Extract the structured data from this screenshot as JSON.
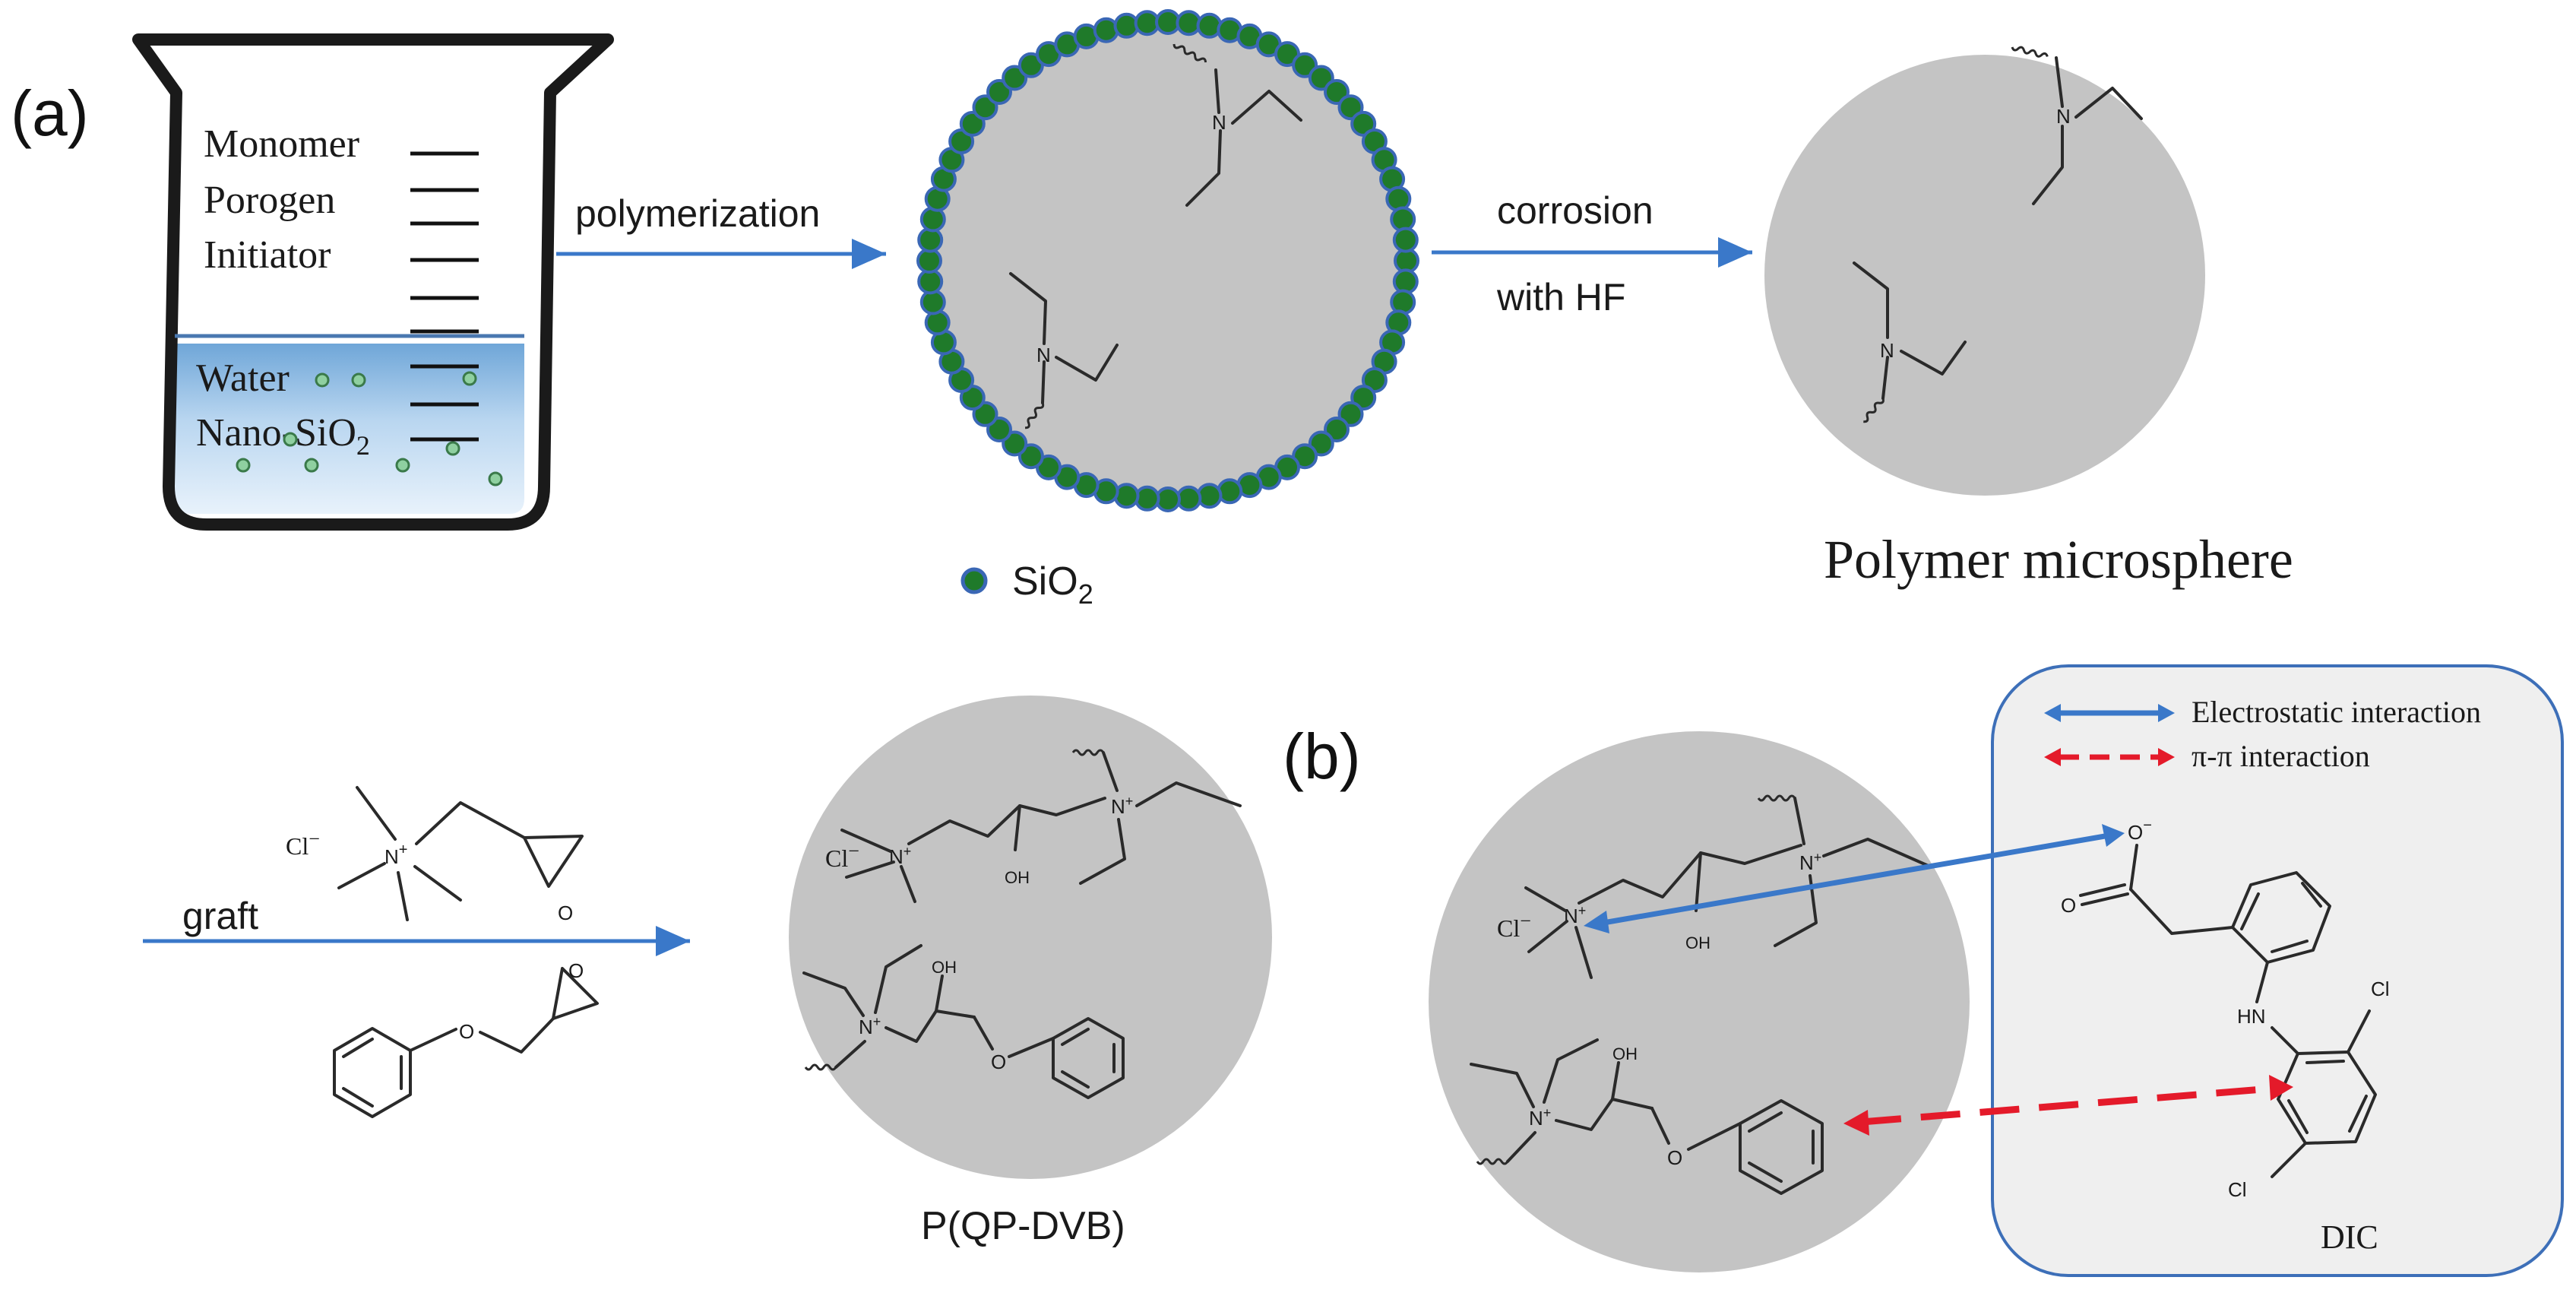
{
  "panel_labels": {
    "a": "(a)",
    "b": "(b)"
  },
  "beaker": {
    "layers": [
      "Monomer",
      "Porogen",
      "Initiator",
      "Water"
    ],
    "nano_sio2_prefix": "Nano-SiO",
    "nano_sio2_sub": "2"
  },
  "arrows": {
    "polymerization": "polymerization",
    "corrosion_line1": "corrosion",
    "corrosion_line2": "with HF",
    "graft": "graft"
  },
  "legend_sio2": {
    "prefix": "SiO",
    "sub": "2"
  },
  "titles": {
    "polymer_microsphere": "Polymer microsphere",
    "pqp_dvb": "P(QP-DVB)",
    "dic": "DIC"
  },
  "interaction_legend": {
    "electrostatic": "Electrostatic interaction",
    "pipi": "π-π interaction"
  },
  "atoms": {
    "N": "N",
    "Nplus": "N",
    "plus": "+",
    "Cl_minus": "Cl",
    "minus": "−",
    "OH": "OH",
    "O": "O",
    "O_minus": "O",
    "HN": "HN",
    "Cl": "Cl"
  },
  "colors": {
    "arrow_blue": "#3a78c9",
    "pipi_red": "#e41a2a",
    "sphere_gray": "#c4c4c4",
    "sio2_green": "#1f7a2a",
    "sio2_ring": "#3a67b5",
    "box_fill": "#efefef",
    "box_border": "#3d6fb8",
    "water_blue": "#9fc7ea"
  }
}
